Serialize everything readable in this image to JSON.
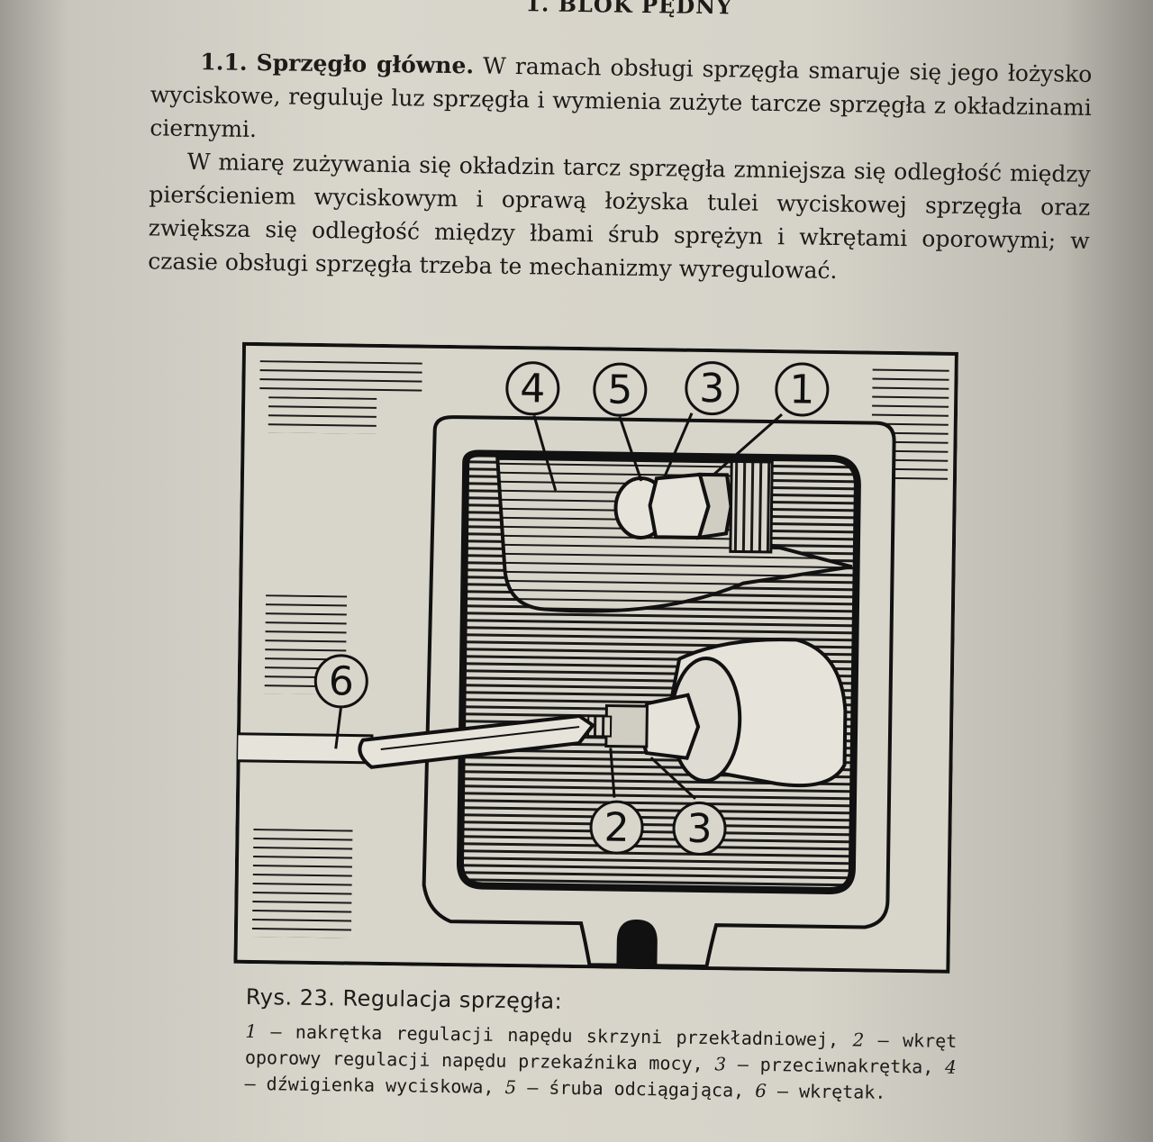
{
  "chapter_heading": "1. BLOK PĘDNY",
  "section": {
    "number": "1.1.",
    "title": "Sprzęgło główne.",
    "para1": "W ramach obsługi sprzęgła smaruje się jego łożysko wyciskowe, reguluje luz sprzęgła i wymienia zużyte tarcze sprzęgła z okładzinami ciernymi.",
    "para2": "W miarę zużywania się okładzin tarcz sprzęgła zmniejsza się odległość między pierścieniem wyciskowym i oprawą łożyska tulei wyciskowej sprzęgła oraz zwiększa się odległość między łbami śrub sprężyn i wkrętami oporowymi; w czasie obsługi sprzęgła trzeba te mechanizmy wyregulować."
  },
  "figure": {
    "callouts": [
      "4",
      "5",
      "3",
      "1",
      "6",
      "2",
      "3"
    ]
  },
  "caption": {
    "title": "Rys. 23. Regulacja sprzęgła:",
    "items": [
      {
        "num": "1",
        "text": "nakrętka regulacji napędu skrzyni przekładniowej,"
      },
      {
        "num": "2",
        "text": "wkręt oporowy regulacji napędu przekaźnika mocy,"
      },
      {
        "num": "3",
        "text": "przeciwnakrętka,"
      },
      {
        "num": "4",
        "text": "dźwigienka wyciskowa,"
      },
      {
        "num": "5",
        "text": "śruba odciągająca,"
      },
      {
        "num": "6",
        "text": "wkrętak."
      }
    ],
    "separator": "—"
  }
}
